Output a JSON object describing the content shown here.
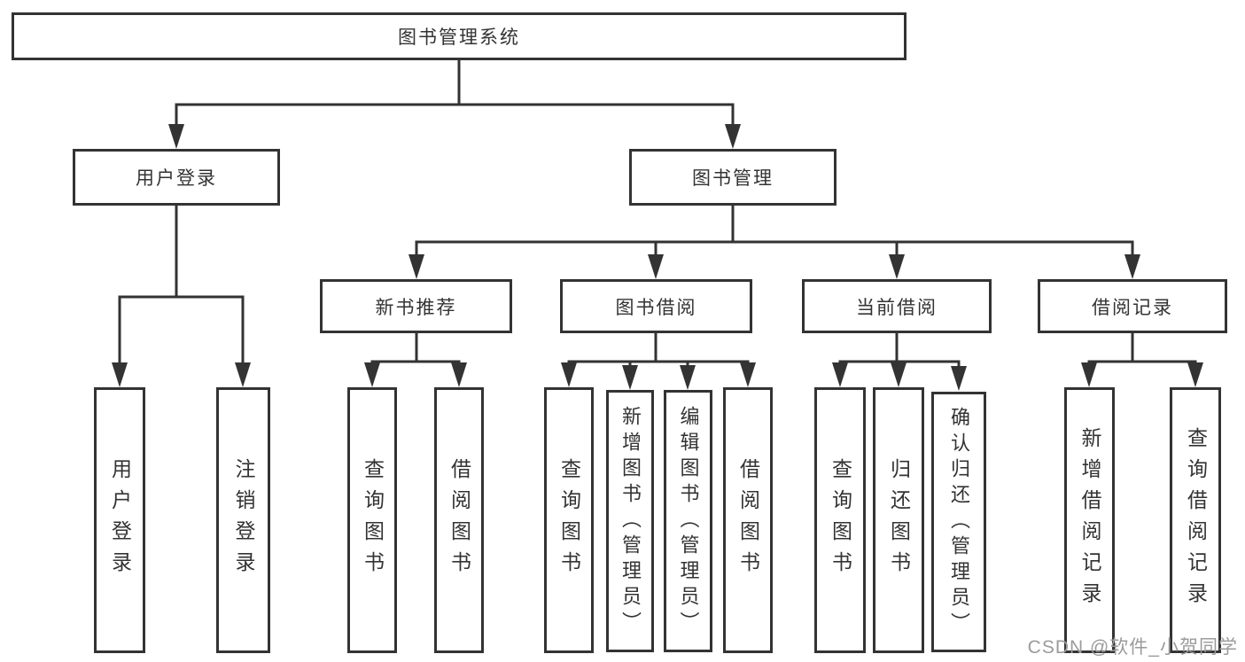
{
  "title": "图书管理系统",
  "watermark": "CSDN @软件_小贺同学",
  "colors": {
    "line": "#333333",
    "text": "#333333",
    "box_background": "#ffffff",
    "watermark": "#9b9b9b"
  },
  "diagram_type": "hierarchy-tree",
  "nodes": {
    "root": {
      "label": "图书管理系统"
    },
    "level2": [
      {
        "label": "用户登录",
        "parent": "图书管理系统"
      },
      {
        "label": "图书管理",
        "parent": "图书管理系统"
      }
    ],
    "level3": [
      {
        "label": "新书推荐",
        "parent": "图书管理"
      },
      {
        "label": "图书借阅",
        "parent": "图书管理"
      },
      {
        "label": "当前借阅",
        "parent": "图书管理"
      },
      {
        "label": "借阅记录",
        "parent": "图书管理"
      }
    ],
    "leaves": [
      {
        "label": "用户登录",
        "parent": "用户登录"
      },
      {
        "label": "注销登录",
        "parent": "用户登录"
      },
      {
        "label": "查询图书",
        "parent": "新书推荐"
      },
      {
        "label": "借阅图书",
        "parent": "新书推荐"
      },
      {
        "label": "查询图书",
        "parent": "图书借阅"
      },
      {
        "label": "新增图书（管理员）",
        "parent": "图书借阅"
      },
      {
        "label": "编辑图书（管理员）",
        "parent": "图书借阅"
      },
      {
        "label": "借阅图书",
        "parent": "图书借阅"
      },
      {
        "label": "查询图书",
        "parent": "当前借阅"
      },
      {
        "label": "归还图书",
        "parent": "当前借阅"
      },
      {
        "label": "确认归还（管理员）",
        "parent": "当前借阅"
      },
      {
        "label": "新增借阅记录",
        "parent": "借阅记录"
      },
      {
        "label": "查询借阅记录",
        "parent": "借阅记录"
      }
    ]
  }
}
